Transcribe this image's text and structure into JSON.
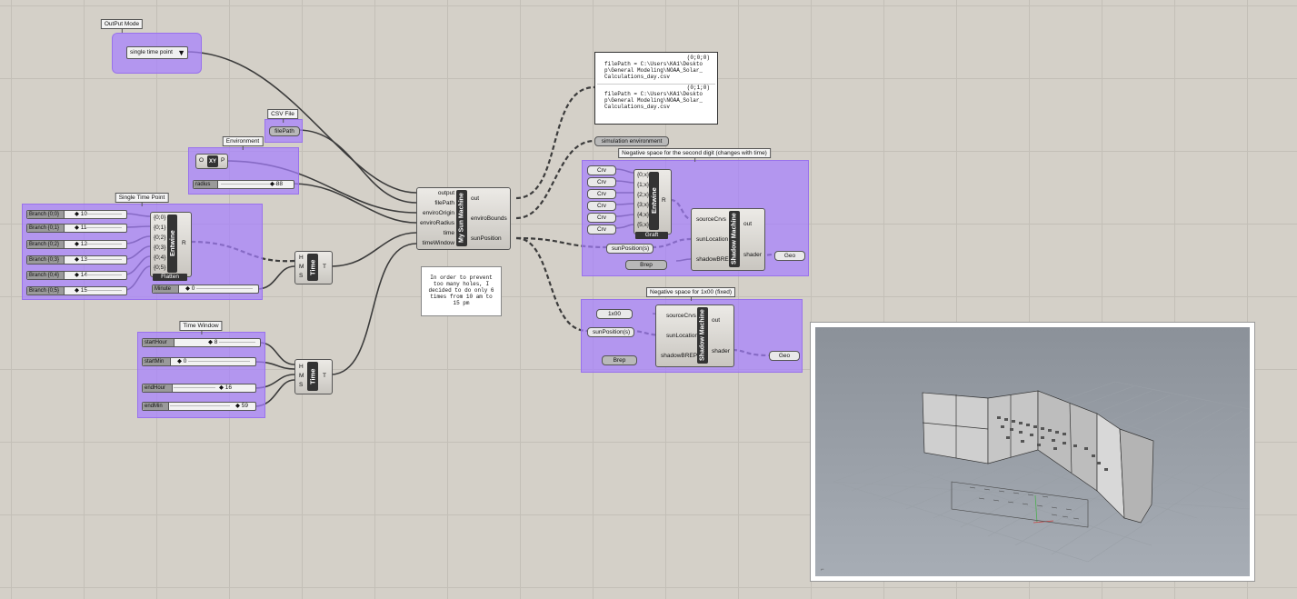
{
  "groups": {
    "output_mode": "OutPut Mode",
    "csv_file": "CSV File",
    "environment": "Environment",
    "single_time_point": "Single Time Point",
    "time_window": "Time Window",
    "neg_space_second": "Negative space for the second digit (changes with time)",
    "neg_space_1x00": "Negative space for 1x00 (fixed)"
  },
  "output_mode": {
    "value": "single time point"
  },
  "csv": {
    "param": "filePath"
  },
  "environment": {
    "point_o": "O",
    "point_xy": "XY",
    "point_p": "P",
    "radius_label": "radius",
    "radius_value": "88"
  },
  "single_time": {
    "branches": [
      {
        "label": "Branch {0;0}",
        "value": "10"
      },
      {
        "label": "Branch {0;1}",
        "value": "11"
      },
      {
        "label": "Branch {0;2}",
        "value": "12"
      },
      {
        "label": "Branch {0;3}",
        "value": "13"
      },
      {
        "label": "Branch {0;4}",
        "value": "14"
      },
      {
        "label": "Branch {0;5}",
        "value": "15"
      }
    ],
    "entwine_title": "Entwine",
    "entwine_inputs": [
      "{0;0}",
      "{0;1}",
      "{0;2}",
      "{0;3}",
      "{0;4}",
      "{0;5}"
    ],
    "entwine_out": "R",
    "flatten": "Flatten",
    "minute_label": "Minute",
    "minute_value": "0"
  },
  "time1": {
    "title": "Time",
    "inputs": [
      "H",
      "M",
      "S"
    ],
    "out": "T"
  },
  "time_window": {
    "sliders": [
      {
        "label": "startHour",
        "value": "8"
      },
      {
        "label": "startMin",
        "value": "0"
      },
      {
        "label": "endHour",
        "value": "16"
      },
      {
        "label": "endMin",
        "value": "59"
      }
    ]
  },
  "time2": {
    "title": "Time",
    "inputs": [
      "H",
      "M",
      "S"
    ],
    "out": "T"
  },
  "sun_machine": {
    "title": "My Sun Machine",
    "inputs": [
      "output",
      "filePath",
      "enviroOrigin",
      "enviroRadius",
      "time",
      "timeWindow"
    ],
    "outputs": [
      "out",
      "enviroBounds",
      "sunPosition"
    ]
  },
  "note": "In order to prevent too many holes, I decided to do only 6 times from 10 am to 15 pm",
  "panel": {
    "items": [
      {
        "index": "(0;0;0)",
        "text": "filePath = C:\\Users\\KA1\\Desktop\\General Modeling\\NOAA_Solar_Calculations_day.csv"
      },
      {
        "index": "(0;1;0)",
        "text": "filePath = C:\\Users\\KA1\\Desktop\\General Modeling\\NOAA_Solar_Calculations_day.csv"
      }
    ]
  },
  "sim_env": "simulation environment",
  "neg1": {
    "crvs": [
      "Crv",
      "Crv",
      "Crv",
      "Crv",
      "Crv",
      "Crv"
    ],
    "entwine_title": "Entwine",
    "entwine_inputs": [
      "{0;x}",
      "{1;x}",
      "{2;x}",
      "{3;x}",
      "{4;x}",
      "{5;x}"
    ],
    "entwine_out": "R",
    "graft": "Graft",
    "shadow_title": "Shadow Machine",
    "shadow_inputs": [
      "sourceCrvs",
      "sunLocation",
      "shadowBREP"
    ],
    "shadow_outputs": [
      "out",
      "shader"
    ],
    "sunpos": "sunPosition(s)",
    "brep": "Brep",
    "geo": "Geo"
  },
  "neg2": {
    "src": "1x00",
    "shadow_title": "Shadow Machine",
    "shadow_inputs": [
      "sourceCrvs",
      "sunLocation",
      "shadowBREP"
    ],
    "shadow_outputs": [
      "out",
      "shader"
    ],
    "sunpos": "sunPosition(s)",
    "brep": "Brep",
    "geo": "Geo"
  },
  "colors": {
    "canvas": "#d4d0c8",
    "group": "#a57dff",
    "component": "#c9c6c0"
  }
}
